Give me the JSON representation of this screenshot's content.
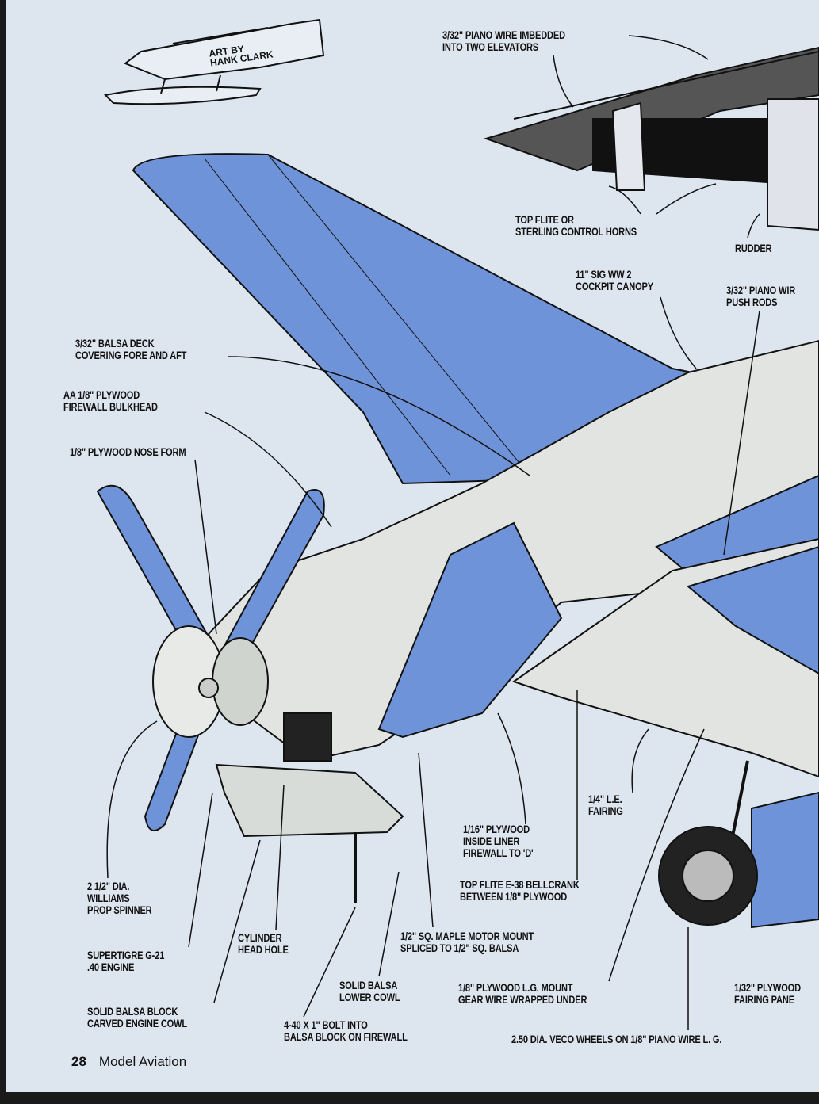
{
  "art_credit": {
    "line1": "ART BY",
    "line2": "HANK CLARK"
  },
  "colors": {
    "paper": "#dde5ee",
    "blue_covering": "#6f93d8",
    "ink": "#111111"
  },
  "labels": [
    {
      "lines": [
        "3/32\" PIANO WIRE IMBEDDED",
        "INTO TWO ELEVATORS"
      ]
    },
    {
      "lines": [
        "TOP FLITE OR",
        "STERLING CONTROL HORNS"
      ]
    },
    {
      "lines": [
        "RUDDER"
      ]
    },
    {
      "lines": [
        "11\" SIG  WW 2",
        "COCKPIT CANOPY"
      ]
    },
    {
      "lines": [
        "3/32\" PIANO WIR",
        "PUSH RODS"
      ]
    },
    {
      "lines": [
        "3/32\" BALSA DECK",
        "COVERING FORE AND AFT"
      ]
    },
    {
      "lines": [
        "AA 1/8\" PLYWOOD",
        "FIREWALL BULKHEAD"
      ]
    },
    {
      "lines": [
        "1/8\" PLYWOOD NOSE FORM"
      ]
    },
    {
      "lines": [
        "1/4\" L.E.",
        "FAIRING"
      ]
    },
    {
      "lines": [
        "1/16\" PLYWOOD",
        "INSIDE LINER",
        "FIREWALL TO 'D'"
      ]
    },
    {
      "lines": [
        "TOP FLITE E-38 BELLCRANK",
        "BETWEEN 1/8\" PLYWOOD"
      ]
    },
    {
      "lines": [
        "2 1/2\" DIA.",
        "WILLIAMS",
        "PROP SPINNER"
      ]
    },
    {
      "lines": [
        "CYLINDER",
        "HEAD HOLE"
      ]
    },
    {
      "lines": [
        "1/2\" SQ. MAPLE MOTOR MOUNT",
        "SPLICED TO 1/2\" SQ. BALSA"
      ]
    },
    {
      "lines": [
        "SUPERTIGRE G-21",
        ".40 ENGINE"
      ]
    },
    {
      "lines": [
        "SOLID BALSA",
        "LOWER COWL"
      ]
    },
    {
      "lines": [
        "1/8\" PLYWOOD L.G. MOUNT",
        "GEAR WIRE WRAPPED UNDER"
      ]
    },
    {
      "lines": [
        "1/32\" PLYWOOD",
        "FAIRING PANE"
      ]
    },
    {
      "lines": [
        "SOLID BALSA BLOCK",
        "CARVED ENGINE COWL"
      ]
    },
    {
      "lines": [
        "4-40 X 1\" BOLT INTO",
        "BALSA BLOCK ON FIREWALL"
      ]
    },
    {
      "lines": [
        "2.50 DIA. VECO WHEELS ON 1/8\" PIANO WIRE L. G."
      ]
    }
  ],
  "footer": {
    "page_number": "28",
    "publication": "Model Aviation"
  }
}
